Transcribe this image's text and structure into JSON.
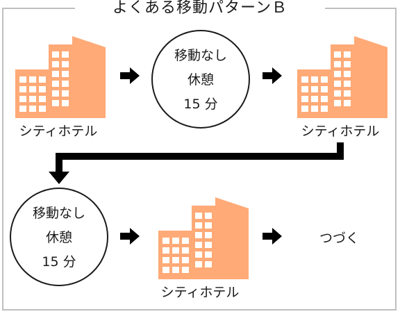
{
  "title": "よくある移動パターンＢ",
  "colors": {
    "building": "#FFAA77",
    "window": "#ffffff",
    "line": "#000000",
    "frame": "#bfbfbf"
  },
  "nodes": {
    "hotel1": {
      "label": "シティホテル",
      "icon": "building-icon"
    },
    "rest1": {
      "line1": "移動なし",
      "line2": "休憩",
      "line3": "15 分"
    },
    "hotel2": {
      "label": "シティホテル",
      "icon": "building-icon"
    },
    "rest2": {
      "line1": "移動なし",
      "line2": "休憩",
      "line3": "15 分"
    },
    "hotel3": {
      "label": "シティホテル",
      "icon": "building-icon"
    },
    "continue": {
      "label": "つづく"
    }
  },
  "arrow_icon": "right-arrow-icon"
}
